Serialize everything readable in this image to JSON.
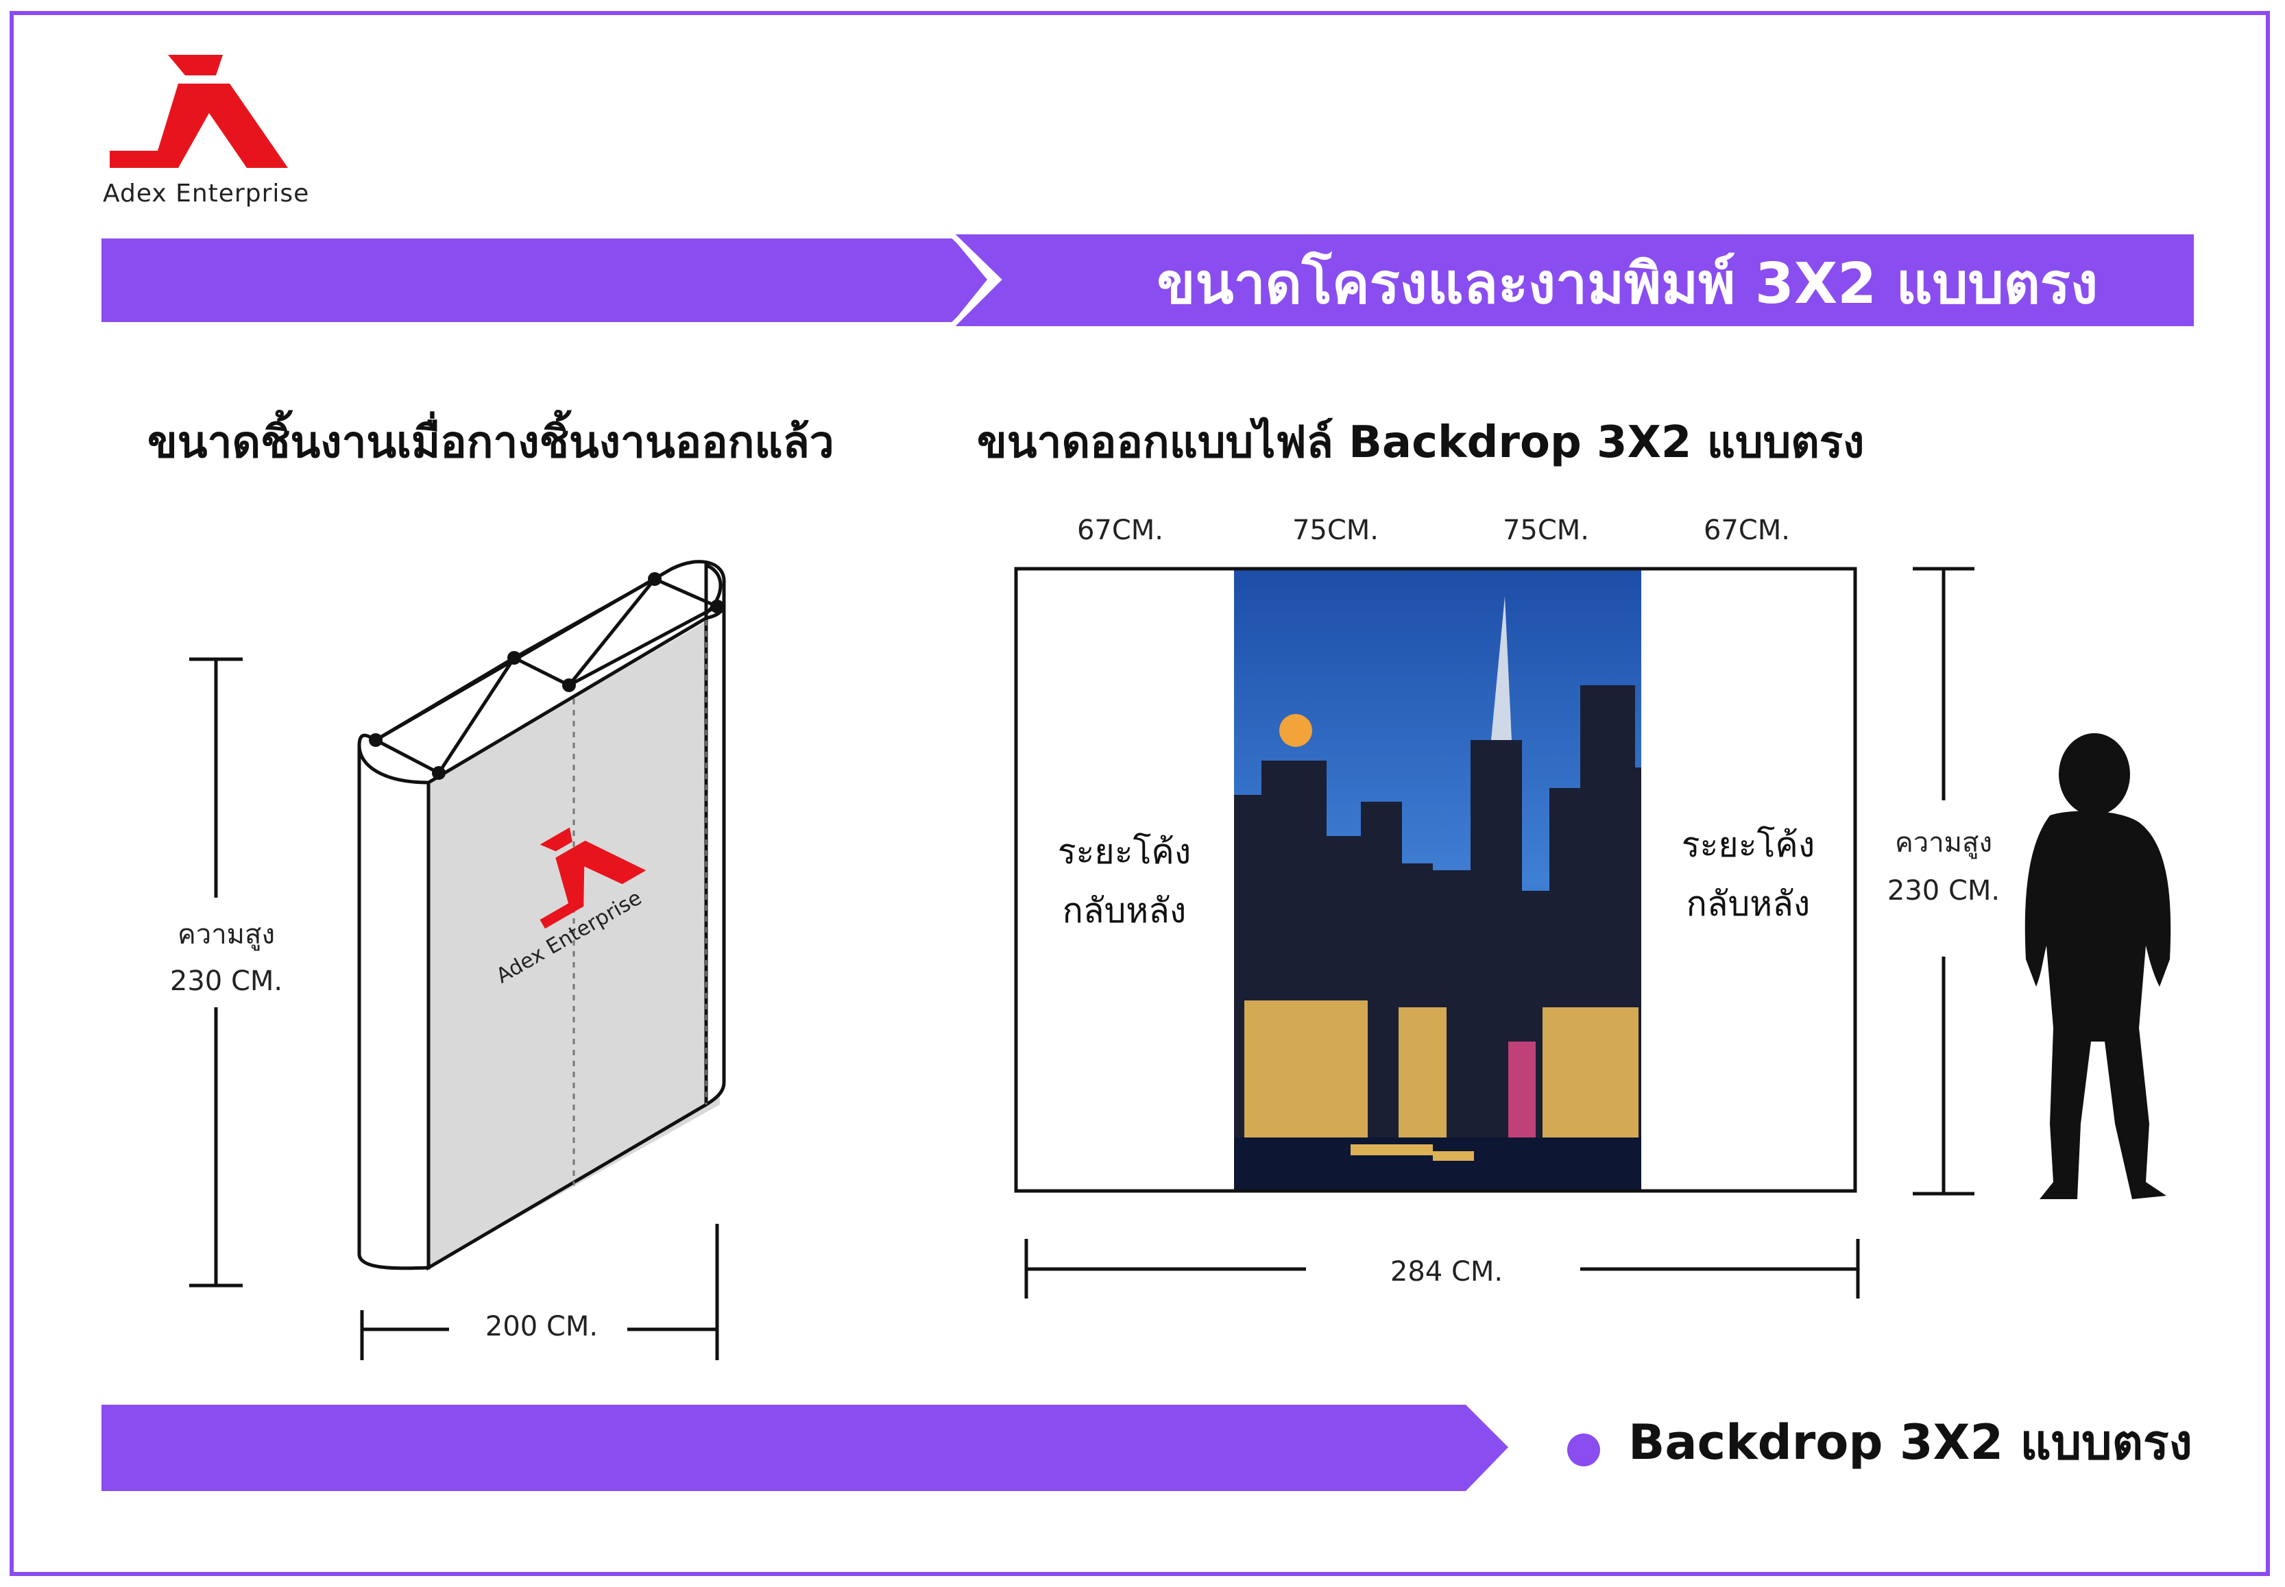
{
  "brand": {
    "name": "Adex Enterprise",
    "accent_red": "#e8141d",
    "accent_purple": "#8a4df0"
  },
  "header": {
    "title": "ขนาดโครงและงามพิมพ์ 3X2 แบบตรง"
  },
  "left_panel": {
    "title": "ขนาดชิ้นงานเมื่อกางชิ้นงานออกแล้ว",
    "height_label": "ความสูง",
    "height_value": "230 CM.",
    "width_value": "200 CM.",
    "product_logo_text": "Adex Enterprise"
  },
  "right_panel": {
    "title": "ขนาดออกแบบไฟล์ Backdrop 3X2 แบบตรง",
    "columns": [
      "67CM.",
      "75CM.",
      "75CM.",
      "67CM."
    ],
    "curve_note_line1": "ระยะโค้ง",
    "curve_note_line2": "กลับหลัง",
    "height_label": "ความสูง",
    "height_value": "230 CM.",
    "total_width": "284 CM."
  },
  "footer": {
    "label": "Backdrop 3X2 แบบตรง"
  }
}
